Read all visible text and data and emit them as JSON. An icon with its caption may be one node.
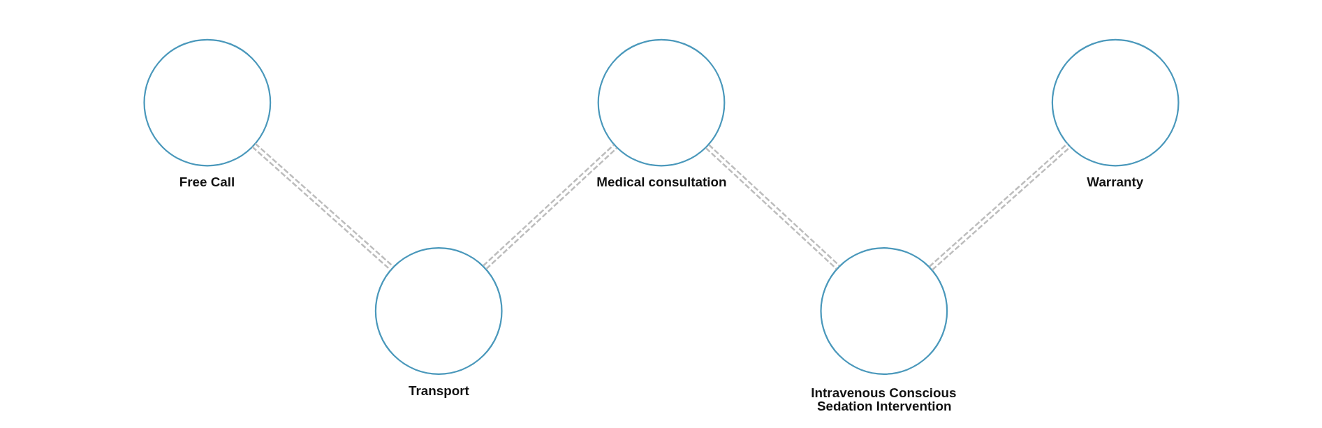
{
  "diagram": {
    "nodes": [
      {
        "text": [
          "Free Call"
        ]
      },
      {
        "text": [
          "Transport"
        ]
      },
      {
        "text": [
          "Medical consultation"
        ]
      },
      {
        "text": [
          "Intravenous Conscious Sedation Intervention"
        ]
      },
      {
        "text": [
          "Warranty"
        ]
      }
    ],
    "edges": [
      {
        "from": 0,
        "to": 1,
        "arrow": "none",
        "style": "dashed"
      },
      {
        "from": 1,
        "to": 2,
        "arrow": "none",
        "style": "dashed"
      },
      {
        "from": 2,
        "to": 3,
        "arrow": "none",
        "style": "dashed"
      },
      {
        "from": 3,
        "to": 4,
        "arrow": "none",
        "style": "dashed"
      }
    ]
  }
}
